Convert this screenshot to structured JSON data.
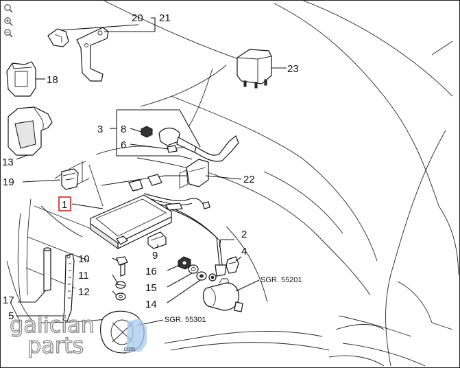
{
  "toolbar": {
    "items": [
      {
        "name": "zoom-reset-icon",
        "label": "reset"
      },
      {
        "name": "zoom-in-icon",
        "label": "zoom in"
      },
      {
        "name": "zoom-out-icon",
        "label": "zoom out"
      }
    ]
  },
  "callouts": {
    "c1": "1",
    "c2": "2",
    "c3": "3",
    "c4": "4",
    "c5": "5",
    "c6": "6",
    "c8": "8",
    "c9": "9",
    "c10": "10",
    "c11": "11",
    "c12": "12",
    "c13": "13",
    "c14": "14",
    "c15": "15",
    "c16": "16",
    "c17": "17",
    "c18": "18",
    "c19": "19",
    "c20": "20",
    "c21": "21",
    "c22": "22",
    "c23": "23"
  },
  "references": {
    "sgr1": "SGR. 55201",
    "sgr2": "SGR. 55301"
  },
  "watermark": {
    "line1": "galician",
    "line2": "parts",
    "suffix": ".com"
  },
  "highlight": {
    "selected_callout": "1",
    "color": "#cc1f1f"
  }
}
